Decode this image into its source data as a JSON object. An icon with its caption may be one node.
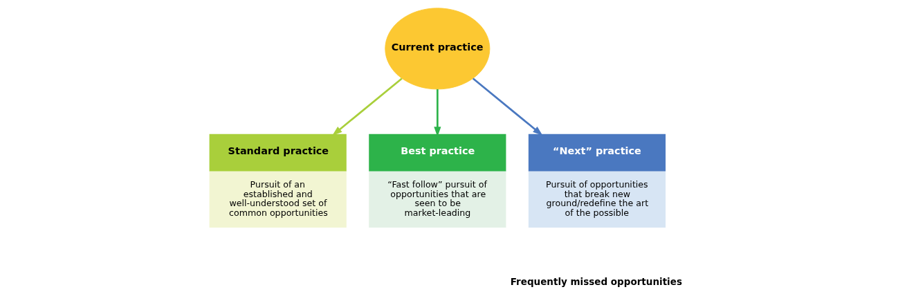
{
  "diagram": {
    "nodes": [
      {
        "text": [
          "Current practice"
        ]
      },
      {
        "text": [
          "Standard practice",
          "Pursuit of an established and well-understood set of common opportunities"
        ]
      },
      {
        "text": [
          "Best practice",
          "“Fast follow” pursuit of opportunities that are seen to be market-leading"
        ]
      },
      {
        "text": [
          "“Next” practice",
          "Pursuit of opportunities that break new ground/redefine the art of the possible"
        ]
      }
    ],
    "edges": [
      {
        "from": 0,
        "to": 1,
        "arrow": "to",
        "color": "#a9cf3b"
      },
      {
        "from": 0,
        "to": 2,
        "arrow": "to",
        "color": "#2db34a"
      },
      {
        "from": 0,
        "to": 3,
        "arrow": "to",
        "color": "#4a78c0"
      }
    ],
    "labels": [
      "Frequently missed opportunities"
    ]
  }
}
